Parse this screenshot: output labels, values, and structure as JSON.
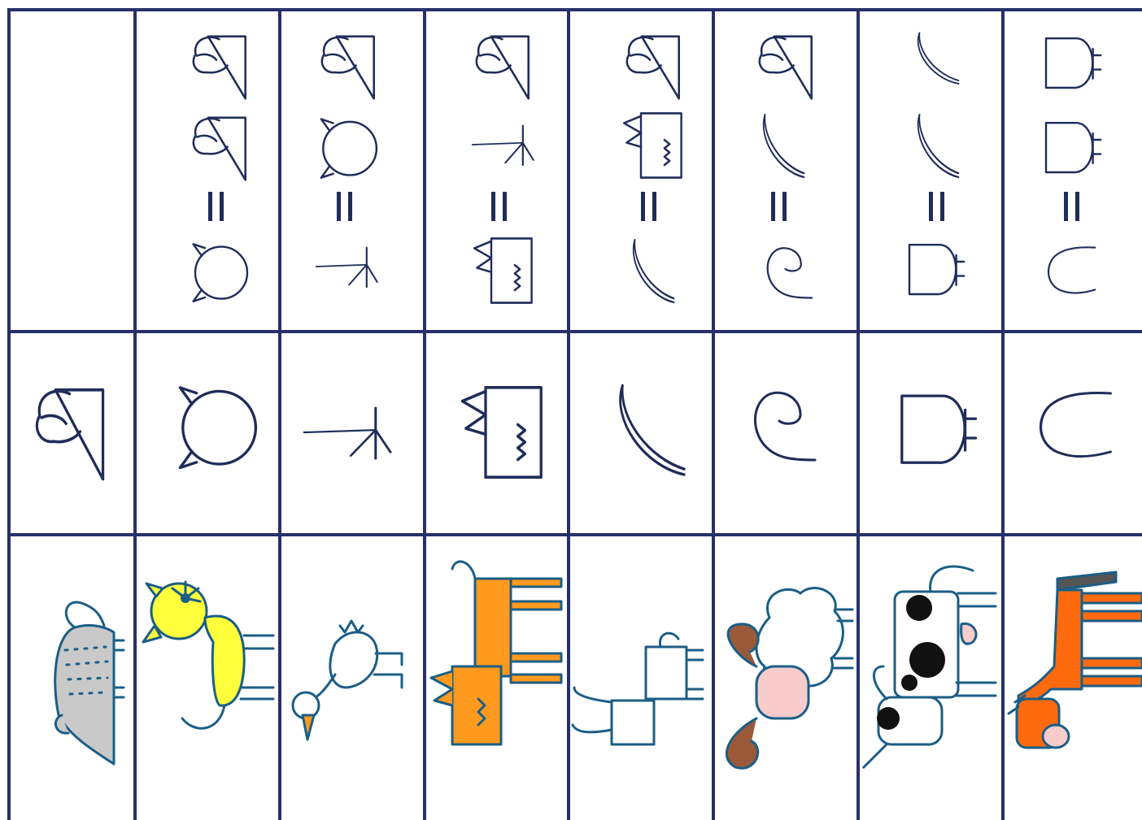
{
  "table": {
    "columns": 8,
    "rows": [
      "equations",
      "symbols",
      "animals"
    ],
    "equals_glyph": "=",
    "line_color": "#26306a",
    "ink_color": "#1f2d5a"
  },
  "equations": [
    {
      "top": "mouse-glyph",
      "middle": "mouse-glyph",
      "result": "cat-glyph"
    },
    {
      "top": "mouse-glyph",
      "middle": "cat-glyph",
      "result": "bird-glyph"
    },
    {
      "top": "mouse-glyph",
      "middle": "bird-glyph",
      "result": "fox-glyph"
    },
    {
      "top": "mouse-glyph",
      "middle": "fox-glyph",
      "result": "horn-glyph"
    },
    {
      "top": "mouse-glyph",
      "middle": "horn-glyph",
      "result": "spiral-glyph"
    },
    {
      "top": "horn-glyph",
      "middle": "horn-glyph",
      "result": "udder-glyph"
    },
    {
      "top": "udder-glyph",
      "middle": "udder-glyph",
      "result": "u-glyph"
    }
  ],
  "symbols": [
    "mouse-glyph",
    "cat-glyph",
    "bird-glyph",
    "fox-glyph",
    "horn-glyph",
    "spiral-glyph",
    "udder-glyph",
    "u-glyph"
  ],
  "animals": [
    {
      "name": "mouse",
      "color": "#c9c9c9"
    },
    {
      "name": "cat",
      "color": "#ffff3c"
    },
    {
      "name": "bird",
      "color": "#ffffff"
    },
    {
      "name": "fox",
      "color": "#ff9a1e"
    },
    {
      "name": "goat",
      "color": "#ffffff"
    },
    {
      "name": "sheep",
      "color": "#f9cccc"
    },
    {
      "name": "cow",
      "color": "#ffffff"
    },
    {
      "name": "horse",
      "color": "#ff6a0f"
    }
  ]
}
